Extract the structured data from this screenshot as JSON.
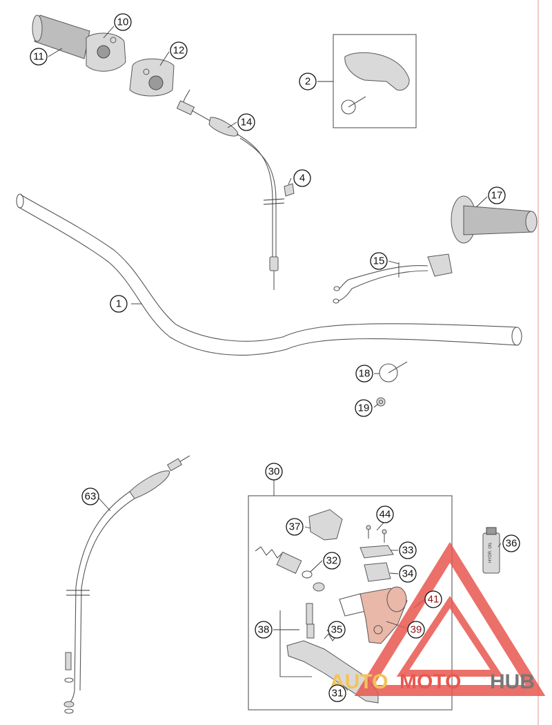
{
  "callouts": {
    "c1": "1",
    "c2": "2",
    "c4": "4",
    "c10": "10",
    "c11": "11",
    "c12": "12",
    "c14": "14",
    "c15": "15",
    "c17": "17",
    "c18": "18",
    "c19": "19",
    "c30": "30",
    "c31": "31",
    "c32": "32",
    "c33": "33",
    "c34": "34",
    "c35": "35",
    "c36": "36",
    "c37": "37",
    "c38": "38",
    "c39": "39",
    "c41": "41",
    "c44": "44",
    "c63": "63"
  },
  "bottle_label": "HYDR. OIL",
  "watermark": {
    "part1": "AUTO",
    "part2": "MOTO",
    "part3": "HUB",
    "color_red": "#e8584f",
    "color_yellow": "#f2c35c",
    "color_gray": "#777777"
  },
  "margin_line_color": "#e8a3a3"
}
